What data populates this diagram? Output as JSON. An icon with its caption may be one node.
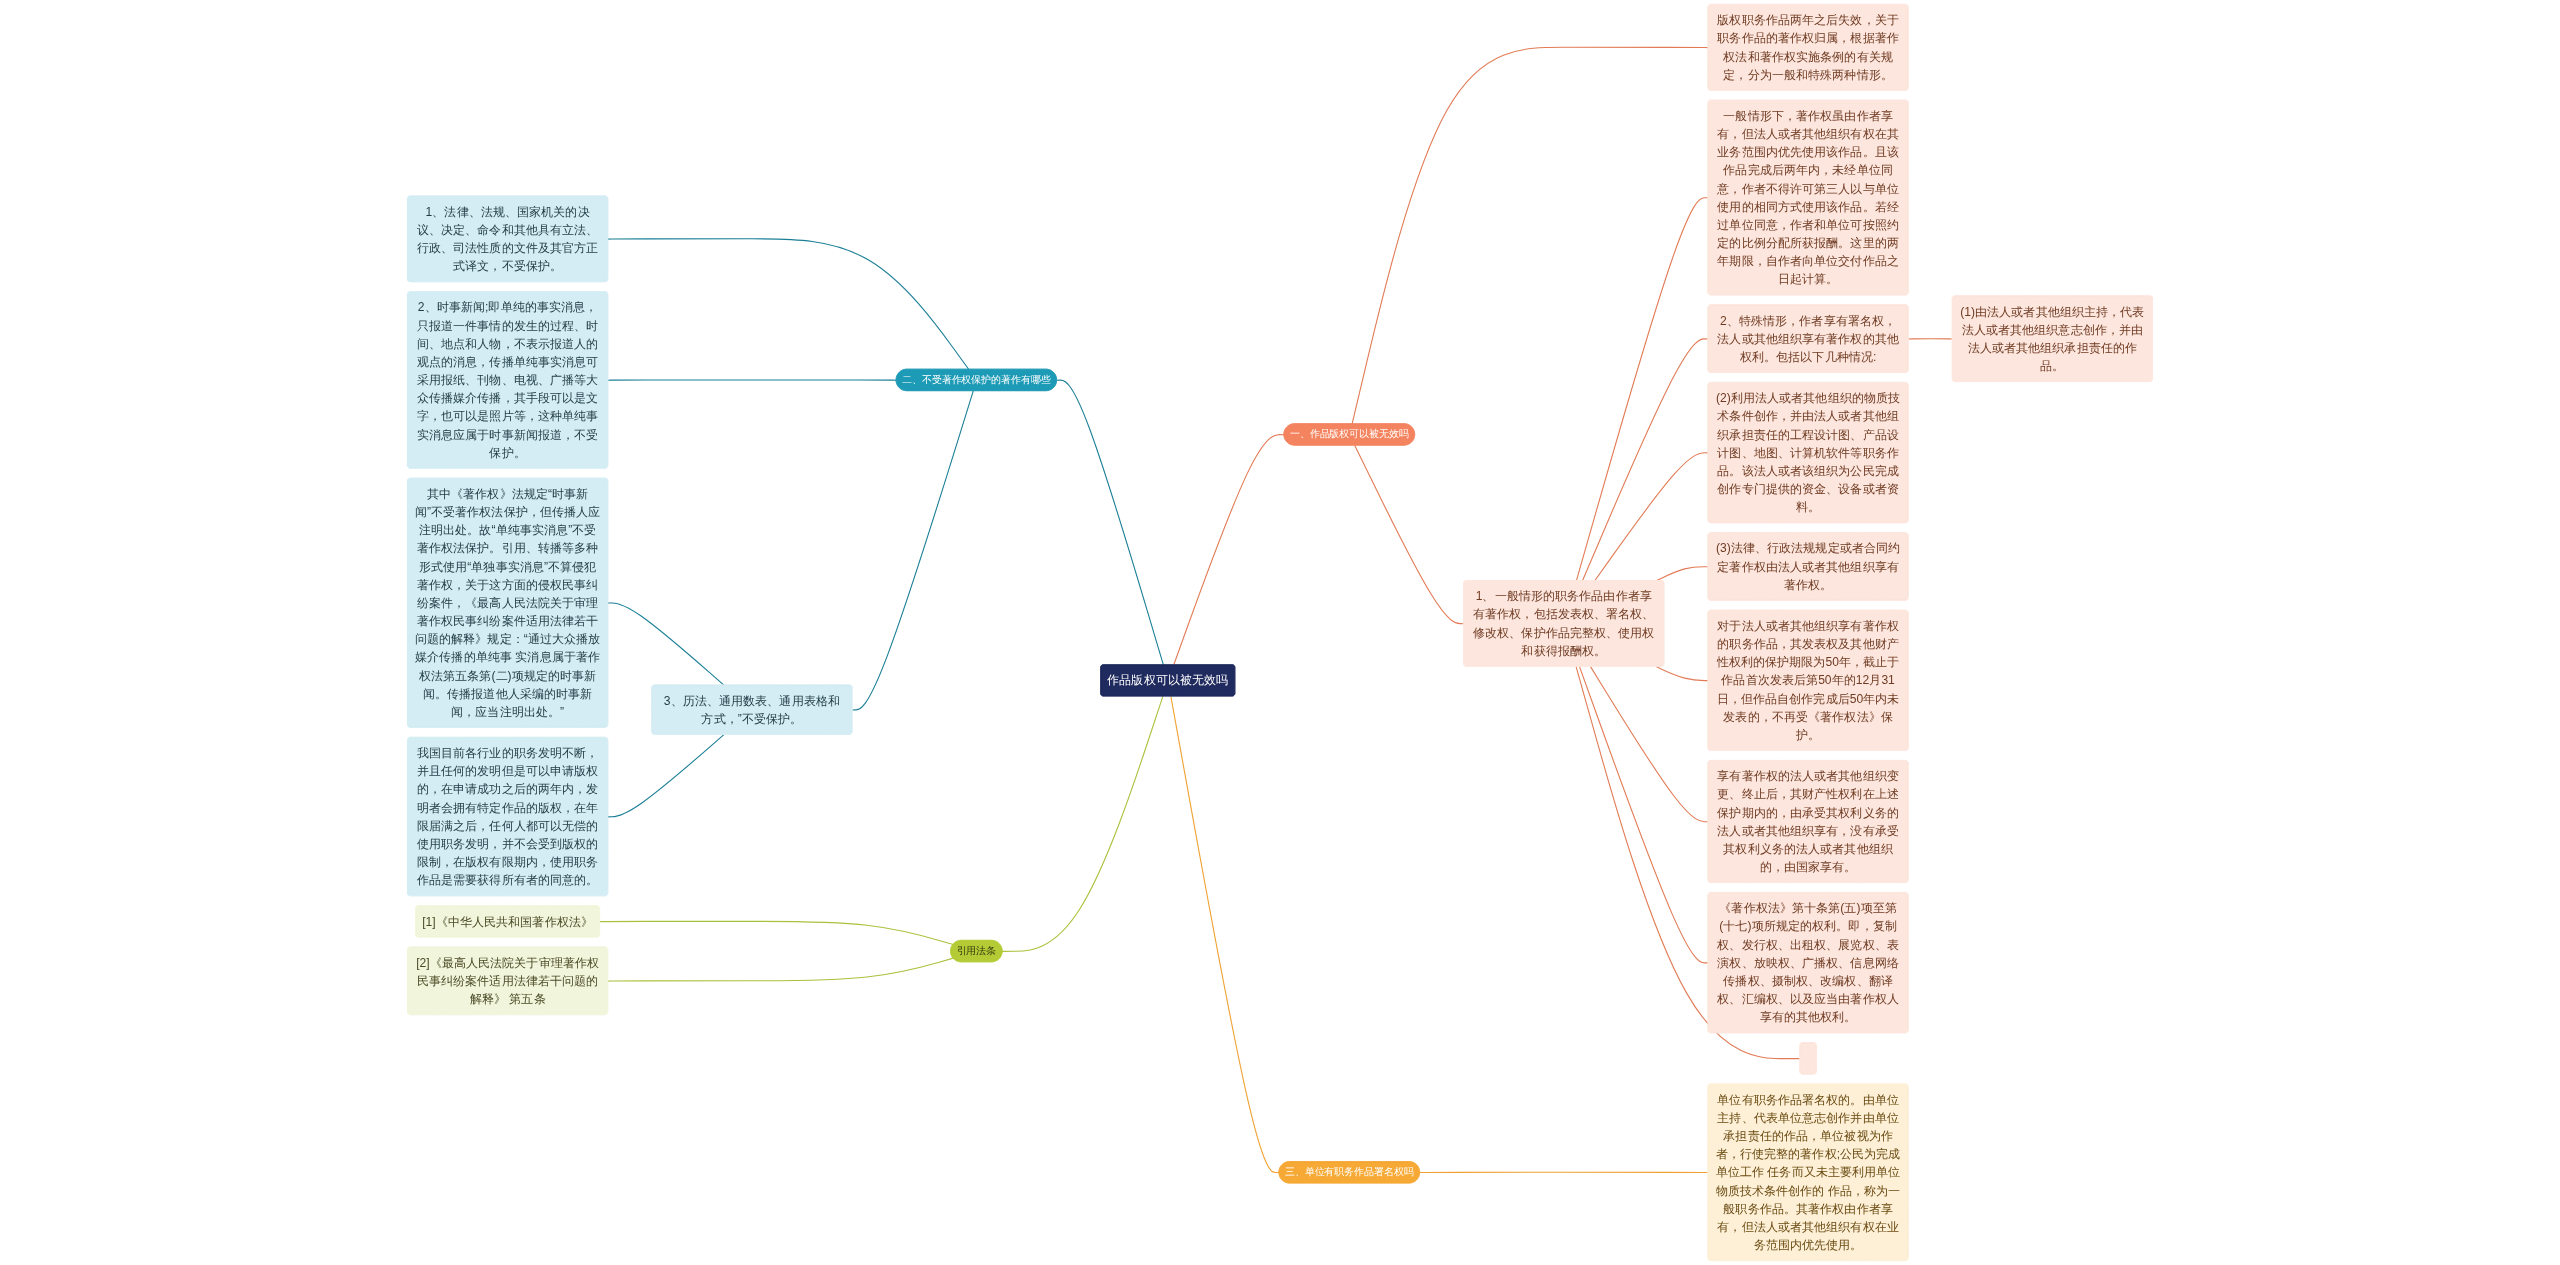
{
  "diagram": {
    "nodes": [
      {
        "text": [
          "作品版权可以被无效吗"
        ]
      },
      {
        "text": [
          "一、作品版权可以被无效吗"
        ]
      },
      {
        "text": [
          "版权职务作品两年之后失效，关于职务作品的著作权归属，根据著作权法和著作权实施条例的有关规定，分为一般和特殊两种情形。"
        ]
      },
      {
        "text": [
          "1、一般情形的职务作品由作者享有著作权，包括发表权、署名权、修改权、保护作品完整权、使用权和获得报酬权。"
        ]
      },
      {
        "text": [
          "一般情形下，著作权虽由作者享有，但法人或者其他组织有权在其业务范围内优先使用该作品。且该作品完成后两年内，未经单位同意，作者不得许可第三人以与单位使用的相同方式使用该作品。若经过单位同意，作者和单位可按照约定的比例分配所获报酬。这里的两年期限，自作者向单位交付作品之日起计算。"
        ]
      },
      {
        "text": [
          "2、特殊情形，作者享有署名权，法人或其他组织享有著作权的其他权利。包括以下几种情况:"
        ]
      },
      {
        "text": [
          "(1)由法人或者其他组织主持，代表法人或者其他组织意志创作，并由法人或者其他组织承担责任的作品。"
        ]
      },
      {
        "text": [
          "(2)利用法人或者其他组织的物质技术条件创作，并由法人或者其他组织承担责任的工程设计图、产品设计图、地图、计算机软件等职务作品。该法人或者该组织为公民完成创作专门提供的资金、设备或者资料。"
        ]
      },
      {
        "text": [
          "(3)法律、行政法规规定或者合同约定著作权由法人或者其他组织享有著作权。"
        ]
      },
      {
        "text": [
          "对于法人或者其他组织享有著作权的职务作品，其发表权及其他财产性权利的保护期限为50年，截止于作品首次发表后第50年的12月31日，但作品自创作完成后50年内未发表的，不再受《著作权法》保护。"
        ]
      },
      {
        "text": [
          "享有著作权的法人或者其他组织变更、终止后，其财产性权利在上述保护期内的，由承受其权利义务的法人或者其他组织享有，没有承受其权利义务的法人或者其他组织的，由国家享有。"
        ]
      },
      {
        "text": [
          "《著作权法》第十条第(五)项至第(十七)项所规定的权利。即，复制权、发行权、出租权、展览权、表演权、放映权、广播权、信息网络传播权、摄制权、改编权、翻译权、汇编权、以及应当由著作权人享有的其他权利。"
        ]
      },
      {
        "text": [],
        "shape": "box"
      },
      {
        "text": [
          "二、不受著作权保护的著作有哪些"
        ]
      },
      {
        "text": [
          "1、法律、法规、国家机关的决议、决定、命令和其他具有立法、行政、司法性质的文件及其官方正式译文，不受保护。"
        ]
      },
      {
        "text": [
          "2、时事新闻;即单纯的事实消息，只报道一件事情的发生的过程、时间、地点和人物，不表示报道人的观点的消息，传播单纯事实消息可采用报纸、刊物、电视、广播等大众传播媒介传播，其手段可以是文字，也可以是照片等，这种单纯事实消息应属于时事新闻报道，不受保护。"
        ]
      },
      {
        "text": [
          "3、历法、通用数表、通用表格和方式，”不受保护。"
        ]
      },
      {
        "text": [
          "其中《著作权》法规定“时事新闻”不受著作权法保护，但传播人应注明出处。故“单纯事实消息”不受著作权法保护。引用、转播等多种形式使用“单独事实消息”不算侵犯著作权，关于这方面的侵权民事纠纷案件，《最高人民法院关于审理著作权民事纠纷案件适用法律若干问题的解释》规定：“通过大众播放媒介传播的单纯事 实消息属于著作权法第五条第(二)项规定的时事新闻。传播报道他人采编的时事新闻，应当注明出处。”"
        ]
      },
      {
        "text": [
          "我国目前各行业的职务发明不断，并且任何的发明但是可以申请版权的，在申请成功之后的两年内，发明者会拥有特定作品的版权，在年限届满之后，任何人都可以无偿的使用职务发明，并不会受到版权的限制，在版权有限期内，使用职务作品是需要获得所有者的同意的。"
        ]
      },
      {
        "text": [
          "引用法条"
        ]
      },
      {
        "text": [
          "[1]《中华人民共和国著作权法》"
        ]
      },
      {
        "text": [
          "[2]《最高人民法院关于审理著作权民事纠纷案件适用法律若干问题的解释》 第五条"
        ]
      },
      {
        "text": [
          "三、单位有职务作品署名权吗"
        ]
      },
      {
        "text": [
          "单位有职务作品署名权的。由单位主持、代表单位意志创作并由单位承担责任的作品，单位被视为作者，行使完整的著作权;公民为完成单位工作 任务而又未主要利用单位物质技术条件创作的 作品，称为一般职务作品。其著作权由作者享有，但法人或者其他组织有权在业务范围内优先使用。"
        ]
      }
    ],
    "edges": [
      {
        "from": 0,
        "to": 1,
        "arrow": "none"
      },
      {
        "from": 1,
        "to": 2,
        "arrow": "none"
      },
      {
        "from": 1,
        "to": 3,
        "arrow": "none"
      },
      {
        "from": 3,
        "to": 4,
        "arrow": "none"
      },
      {
        "from": 3,
        "to": 5,
        "arrow": "none"
      },
      {
        "from": 5,
        "to": 6,
        "arrow": "none"
      },
      {
        "from": 3,
        "to": 7,
        "arrow": "none"
      },
      {
        "from": 3,
        "to": 8,
        "arrow": "none"
      },
      {
        "from": 3,
        "to": 9,
        "arrow": "none"
      },
      {
        "from": 3,
        "to": 10,
        "arrow": "none"
      },
      {
        "from": 3,
        "to": 11,
        "arrow": "none"
      },
      {
        "from": 3,
        "to": 12,
        "arrow": "none"
      },
      {
        "from": 13,
        "to": 0,
        "arrow": "none",
        "color": "#1a7f96"
      },
      {
        "from": 14,
        "to": 13,
        "arrow": "none",
        "color": "#1a7f96"
      },
      {
        "from": 15,
        "to": 13,
        "arrow": "none",
        "color": "#1a7f96"
      },
      {
        "from": 16,
        "to": 13,
        "arrow": "none",
        "color": "#1a7f96"
      },
      {
        "from": 17,
        "to": 16,
        "arrow": "none",
        "color": "#1a7f96"
      },
      {
        "from": 18,
        "to": 16,
        "arrow": "none",
        "color": "#1a7f96"
      },
      {
        "from": 19,
        "to": 0,
        "arrow": "none",
        "color": "#a9c23c"
      },
      {
        "from": 20,
        "to": 19,
        "arrow": "none",
        "color": "#a9c23c"
      },
      {
        "from": 21,
        "to": 19,
        "arrow": "none",
        "color": "#a9c23c"
      },
      {
        "from": 0,
        "to": 22,
        "arrow": "none",
        "color": "#f0a232"
      },
      {
        "from": 22,
        "to": 23,
        "arrow": "none",
        "color": "#f0a232"
      }
    ]
  }
}
